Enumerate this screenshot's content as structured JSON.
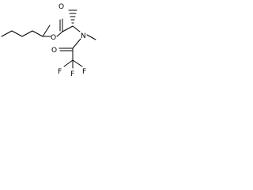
{
  "diagram": {
    "atoms": {
      "ester_oxygen_carbonyl": "O",
      "ester_oxygen_single": "O",
      "nitrogen": "N",
      "amide_oxygen": "O",
      "fluorine_left": "F",
      "fluorine_middle": "F",
      "fluorine_right": "F"
    }
  }
}
